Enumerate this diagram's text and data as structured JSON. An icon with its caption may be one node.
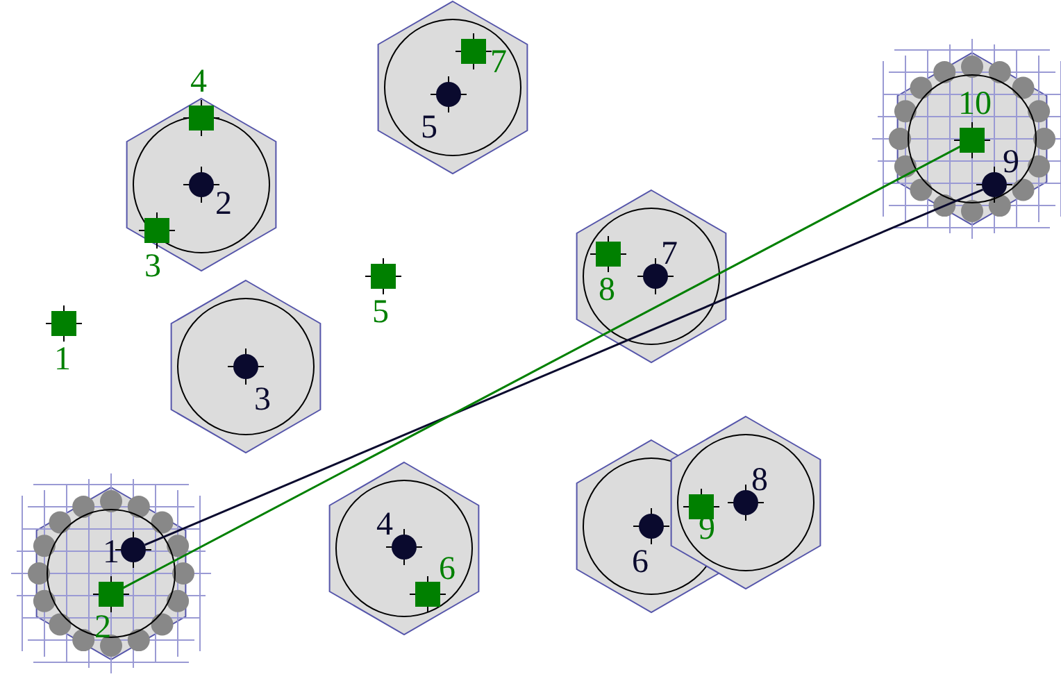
{
  "diagram": {
    "nodes": [
      {
        "text": [],
        "shape": "circle",
        "beside": [
          "1"
        ]
      },
      {
        "text": [],
        "shape": "circle",
        "beside": [
          "2"
        ]
      },
      {
        "text": [],
        "shape": "circle",
        "beside": [
          "3"
        ]
      },
      {
        "text": [],
        "shape": "circle",
        "beside": [
          "4"
        ]
      },
      {
        "text": [],
        "shape": "circle",
        "beside": [
          "5"
        ]
      },
      {
        "text": [],
        "shape": "circle",
        "beside": [
          "6"
        ]
      },
      {
        "text": [],
        "shape": "circle",
        "beside": [
          "7"
        ]
      },
      {
        "text": [],
        "shape": "circle",
        "beside": [
          "8"
        ]
      },
      {
        "text": [],
        "shape": "circle",
        "beside": [
          "9"
        ]
      },
      {
        "text": [],
        "shape": "box",
        "beside": [
          "1"
        ]
      },
      {
        "text": [],
        "shape": "box",
        "beside": [
          "2"
        ]
      },
      {
        "text": [],
        "shape": "box",
        "beside": [
          "3"
        ]
      },
      {
        "text": [],
        "shape": "box",
        "beside": [
          "4"
        ]
      },
      {
        "text": [],
        "shape": "box",
        "beside": [
          "5"
        ]
      },
      {
        "text": [],
        "shape": "box",
        "beside": [
          "6"
        ]
      },
      {
        "text": [],
        "shape": "box",
        "beside": [
          "7"
        ]
      },
      {
        "text": [],
        "shape": "box",
        "beside": [
          "8"
        ]
      },
      {
        "text": [],
        "shape": "box",
        "beside": [
          "9"
        ]
      },
      {
        "text": [],
        "shape": "box",
        "beside": [
          "10"
        ]
      }
    ],
    "edges": [
      {
        "from": 0,
        "to": 8,
        "arrow": "none"
      },
      {
        "from": 10,
        "to": 18,
        "arrow": "none",
        "color": "#008000"
      }
    ]
  }
}
